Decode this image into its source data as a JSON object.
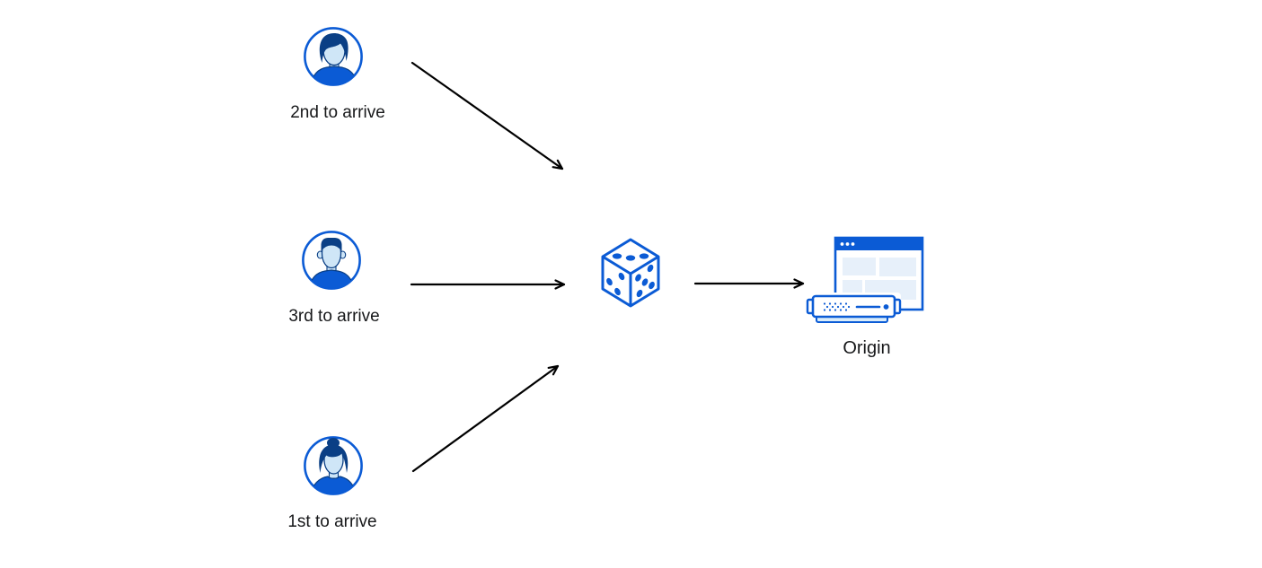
{
  "clients": [
    {
      "label": "2nd to arrive",
      "icon": "user-man-wavy-hair-avatar"
    },
    {
      "label": "3rd to arrive",
      "icon": "user-man-flat-top-avatar"
    },
    {
      "label": "1st to arrive",
      "icon": "user-woman-bun-avatar"
    }
  ],
  "selector": {
    "icon": "dice-icon",
    "dice_faces": {
      "top_dots": 3,
      "left_dots": 3,
      "right_dots": 5
    }
  },
  "origin": {
    "label": "Origin",
    "icon": "origin-server-icon"
  },
  "colors": {
    "primary_blue": "#0b5bd5",
    "dark_navy": "#0a3f85",
    "skin_blue": "#cfe6f7",
    "panel_blue": "#e7f0fa",
    "server_base_blue": "#d9ecfa",
    "arrow": "#000000",
    "text": "#17181a"
  }
}
